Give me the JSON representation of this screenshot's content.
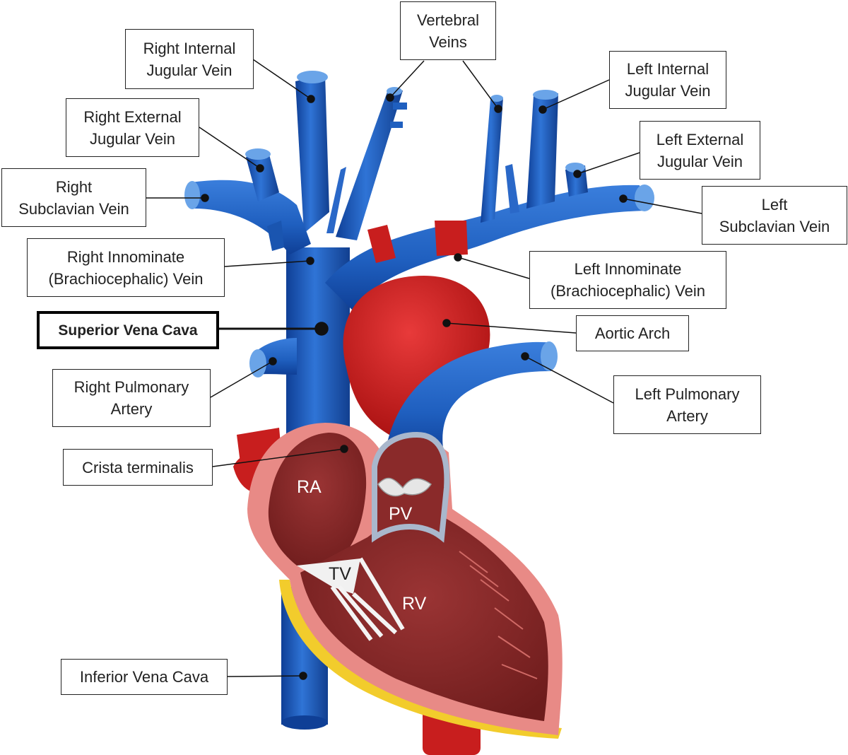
{
  "labels": {
    "right_internal_jugular": "Right Internal\nJugular Vein",
    "vertebral_veins": "Vertebral\nVeins",
    "left_internal_jugular": "Left Internal\nJugular Vein",
    "right_external_jugular": "Right External\nJugular Vein",
    "left_external_jugular": "Left External\nJugular Vein",
    "right_subclavian": "Right\nSubclavian Vein",
    "left_subclavian": "Left\nSubclavian Vein",
    "right_innominate": "Right Innominate\n(Brachiocephalic) Vein",
    "left_innominate": "Left Innominate\n(Brachiocephalic) Vein",
    "superior_vena_cava": "Superior Vena Cava",
    "aortic_arch": "Aortic  Arch",
    "right_pulmonary_artery": "Right Pulmonary\nArtery",
    "left_pulmonary_artery": "Left Pulmonary\nArtery",
    "crista_terminalis": "Crista terminalis",
    "inferior_vena_cava": "Inferior  Vena Cava"
  },
  "chambers": {
    "ra": "RA",
    "pv": "PV",
    "tv": "TV",
    "rv": "RV"
  },
  "colors": {
    "vein_blue": "#1f5fbf",
    "artery_red": "#c81e1e",
    "myocardium_pink": "#e88a86",
    "chamber_dark": "#8a2a2a",
    "fat_yellow": "#f2cc2c"
  }
}
